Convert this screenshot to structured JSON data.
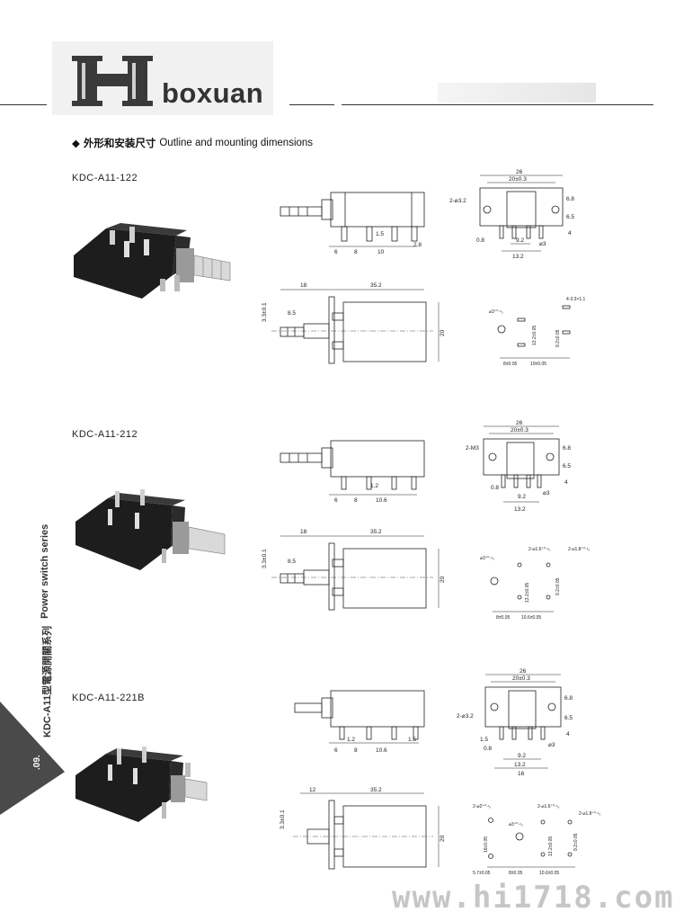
{
  "brand": {
    "name": "boxuan"
  },
  "section": {
    "title_cn": "外形和安装尺寸",
    "title_en": "Outline and mounting dimensions",
    "bullet": "◆"
  },
  "sidebar": {
    "title_cn": "KDC-A11型電源開關系列",
    "title_en": "Power switch series",
    "page_number": ".09."
  },
  "watermark": {
    "text": "www.hi1718.com"
  },
  "models": [
    {
      "name": "KDC-A11-122",
      "side_dims": [
        "6",
        "8",
        "1.5",
        "10",
        "2.8"
      ],
      "top_dims": [
        "18",
        "35.2",
        "3.3±0.1",
        "8.5",
        "20"
      ],
      "front_dims": [
        "26",
        "20±0.3",
        "2-⌀3.2",
        "6.8",
        "6.5",
        "4",
        "0.8",
        "⌀3",
        "9.2",
        "13.2"
      ],
      "pcb_dims": [
        "⌀3⁺⁰·¹₀",
        "4-3.3×1.1",
        "13.2±0.05",
        "9.2±0.05",
        "8±0.05",
        "10±0.05"
      ]
    },
    {
      "name": "KDC-A11-212",
      "side_dims": [
        "6",
        "8",
        "10.6",
        "1.2"
      ],
      "top_dims": [
        "18",
        "35.2",
        "3.3±0.1",
        "8.5",
        "20"
      ],
      "front_dims": [
        "26",
        "20±0.3",
        "2-M3",
        "6.8",
        "6.5",
        "4",
        "0.8",
        "⌀3",
        "9.2",
        "13.2"
      ],
      "pcb_dims": [
        "⌀3⁺⁰·¹₀",
        "2-⌀1.6⁺⁰·¹₀",
        "2-⌀1.8⁺⁰·¹₀",
        "13.2±0.05",
        "9.2±0.05",
        "8±0.05",
        "10.6±0.05"
      ]
    },
    {
      "name": "KDC-A11-221B",
      "side_dims": [
        "6",
        "8",
        "10.6",
        "1.2",
        "1.5"
      ],
      "top_dims": [
        "12",
        "35.2",
        "3.3±0.1",
        "20"
      ],
      "front_dims": [
        "26",
        "20±0.3",
        "2-⌀3.2",
        "6.8",
        "6.5",
        "4",
        "1.5",
        "0.8",
        "⌀3",
        "9.2",
        "13.2",
        "16"
      ],
      "pcb_dims": [
        "2-⌀2⁺⁰·¹₀",
        "⌀3⁺⁰·¹₀",
        "2-⌀1.6⁺⁰·¹₀",
        "2-⌀1.8⁺⁰·¹₀",
        "16±0.05",
        "13.2±0.05",
        "9.2±0.05",
        "5.7±0.05",
        "8±0.05",
        "10.6±0.05"
      ]
    }
  ]
}
